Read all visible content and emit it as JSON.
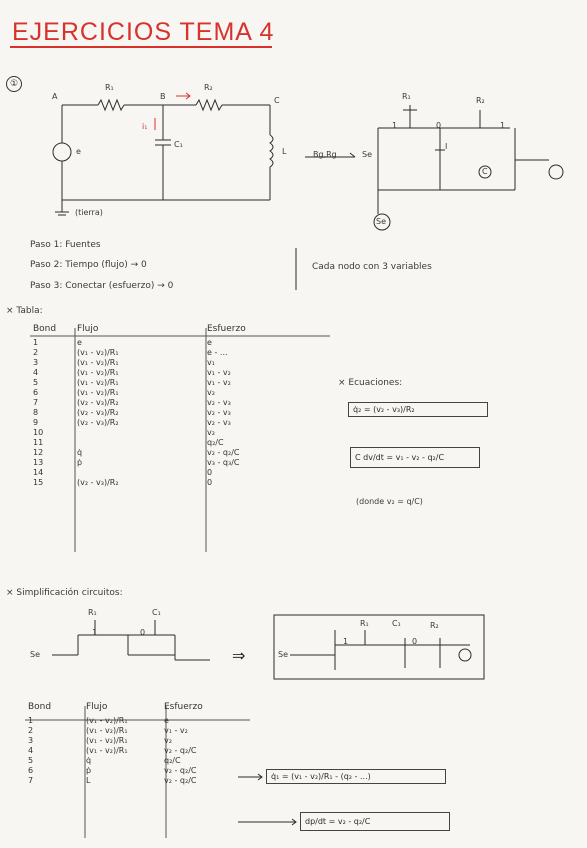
{
  "title": "EJERCICIOS TEMA 4",
  "exercise_number": "①",
  "circuit1": {
    "node_a": "A",
    "node_b": "B",
    "node_c": "C",
    "r1": "R₁",
    "r2": "R₂",
    "c": "C₁",
    "l": "L",
    "i_label": "i₁",
    "source_label": "e",
    "ground_label": "(tierra)",
    "bg_label": "Bg,Rg"
  },
  "bond_graph_labels": {
    "top1": "R₁",
    "top2": "R₂",
    "se": "Se",
    "one1": "1",
    "zero": "0",
    "one2": "1",
    "i_c": "I",
    "c_elem": "C",
    "bottom_se": "Se"
  },
  "notes": {
    "line1": "Paso 1: Fuentes",
    "line2": "Paso 2: Tiempo (flujo) → 0",
    "line3": "Paso 3: Conectar (esfuerzo) → 0",
    "right": "Cada nodo con 3 variables"
  },
  "table1": {
    "heading": "× Tabla:",
    "headers": [
      "Bond",
      "Flujo",
      "Esfuerzo"
    ],
    "rows": [
      [
        "1",
        "e",
        "e"
      ],
      [
        "2",
        "(v₁ - v₂)/R₁",
        "e - ..."
      ],
      [
        "3",
        "(v₁ - v₂)/R₁",
        "v₁"
      ],
      [
        "4",
        "(v₁ - v₂)/R₁",
        "v₁ - v₂"
      ],
      [
        "5",
        "(v₁ - v₂)/R₁",
        "v₁ - v₂"
      ],
      [
        "6",
        "(v₁ - v₂)/R₁",
        "v₂"
      ],
      [
        "7",
        "(v₂ - v₃)/R₂",
        "v₂ - v₃"
      ],
      [
        "8",
        "(v₂ - v₃)/R₂",
        "v₂ - v₃"
      ],
      [
        "9",
        "(v₂ - v₃)/R₂",
        "v₂ - v₃"
      ],
      [
        "10",
        "",
        "v₂"
      ],
      [
        "11",
        "",
        "q₂/C"
      ],
      [
        "12",
        "q̇",
        "v₂ - q₂/C"
      ],
      [
        "13",
        "ṗ",
        "v₃ - q₃/C"
      ],
      [
        "14",
        "",
        "0"
      ],
      [
        "15",
        "(v₂ - v₃)/R₂",
        "0"
      ]
    ]
  },
  "equations": {
    "heading": "× Ecuaciones:",
    "eq1": "q̇₂ = (v₂ - v₃)/R₂",
    "eq2": "C dv/dt = v₁ - v₂ - q₂/C",
    "note": "(donde v₂ = q/C)"
  },
  "simplification": {
    "heading": "× Simplificación circuitos:",
    "left_labels": {
      "r1": "R₁",
      "c": "C₁",
      "se": "Se",
      "one": "1",
      "zero": "0"
    },
    "arrow": "⇒",
    "boxed": {
      "r": "R₁",
      "c": "C₁",
      "se": "Se",
      "one": "1",
      "zero": "0",
      "r2": "R₂"
    }
  },
  "table2": {
    "headers": [
      "Bond",
      "Flujo",
      "Esfuerzo"
    ],
    "rows": [
      [
        "1",
        "(v₁ - v₂)/R₁",
        "e"
      ],
      [
        "2",
        "(v₁ - v₂)/R₁",
        "v₁ - v₂"
      ],
      [
        "3",
        "(v₁ - v₂)/R₁",
        "v₂"
      ],
      [
        "4",
        "(v₁ - v₂)/R₁",
        "v₂ - q₂/C"
      ],
      [
        "5",
        "q̇",
        "q₂/C"
      ],
      [
        "6",
        "ṗ",
        "v₂ - q₂/C"
      ],
      [
        "7",
        "L",
        "v₂ - q₂/C"
      ]
    ]
  },
  "eq_final1": "q̇₁ = (v₁ - v₂)/R₁ - (q₂ - ...)",
  "eq_final2": "dp/dt = v₂ - q₂/C"
}
